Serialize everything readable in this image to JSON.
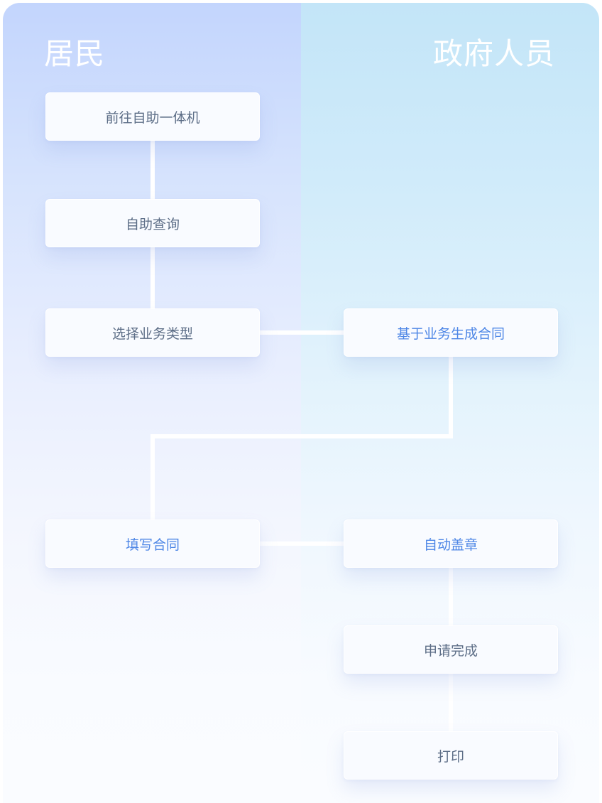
{
  "lanes": {
    "resident": "居民",
    "government": "政府人员"
  },
  "nodes": {
    "goto_kiosk": "前往自助一体机",
    "self_query": "自助查询",
    "select_business": "选择业务类型",
    "generate_contract": "基于业务生成合同",
    "fill_contract": "填写合同",
    "auto_stamp": "自动盖章",
    "apply_complete": "申请完成",
    "print": "打印"
  },
  "colors": {
    "node_text": "#5d6e87",
    "highlight_text": "#4d86e6",
    "lane_resident_top": "#c3d5fd",
    "lane_government_top": "#c3e5f8",
    "connector": "#ffffff"
  }
}
